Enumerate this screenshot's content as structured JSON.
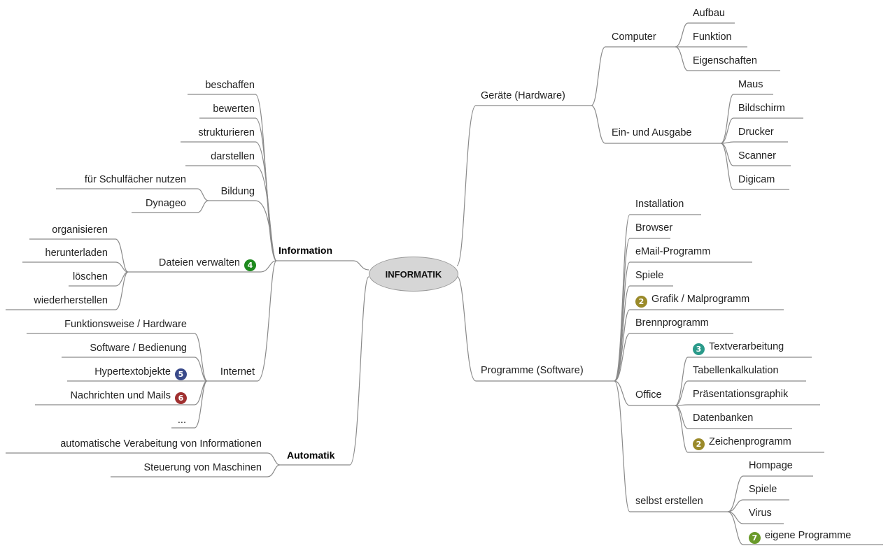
{
  "center": "INFORMATIK",
  "colors": {
    "line": "#8a8a8a",
    "node_fill": "#d6d6d6",
    "badge_green": "#1e8a1e",
    "badge_olive": "#9a8a2a",
    "badge_teal": "#2a9a8a",
    "badge_navy": "#3a4a8a",
    "badge_red": "#a03030",
    "badge_green2": "#6a9a2a"
  },
  "left": {
    "information": {
      "label": "Information",
      "beschaffen": "beschaffen",
      "bewerten": "bewerten",
      "strukturieren": "strukturieren",
      "darstellen": "darstellen",
      "bildung": "Bildung",
      "schulfaecher": "für Schulfächer nutzen",
      "dynageo": "Dynageo",
      "dateien": "Dateien verwalten",
      "dateien_badge": "4",
      "organisieren": "organisieren",
      "herunterladen": "herunterladen",
      "loeschen": "löschen",
      "wiederherstellen": "wiederherstellen",
      "internet": "Internet",
      "funktionsweise": "Funktionsweise / Hardware",
      "software": "Software / Bedienung",
      "hypertext": "Hypertextobjekte",
      "hypertext_badge": "5",
      "nachrichten": "Nachrichten und Mails",
      "nachrichten_badge": "6",
      "ellipsis": "..."
    },
    "automatik": {
      "label": "Automatik",
      "verarbeitung": "automatische Verabeitung von Informationen",
      "steuerung": "Steuerung von Maschinen"
    }
  },
  "right": {
    "hardware": {
      "label": "Geräte (Hardware)",
      "computer": "Computer",
      "aufbau": "Aufbau",
      "funktion": "Funktion",
      "eigenschaften": "Eigenschaften",
      "einausgabe": "Ein- und Ausgabe",
      "maus": "Maus",
      "bildschirm": "Bildschirm",
      "drucker": "Drucker",
      "scanner": "Scanner",
      "digicam": "Digicam"
    },
    "software": {
      "label": "Programme (Software)",
      "installation": "Installation",
      "browser": "Browser",
      "email": "eMail-Programm",
      "spiele": "Spiele",
      "grafik": "Grafik / Malprogramm",
      "grafik_badge": "2",
      "brenn": "Brennprogramm",
      "office": "Office",
      "text": "Textverarbeitung",
      "text_badge": "3",
      "tabellen": "Tabellenkalkulation",
      "praesentation": "Präsentationsgraphik",
      "datenbanken": "Datenbanken",
      "zeichen": "Zeichenprogramm",
      "zeichen_badge": "2",
      "selbst": "selbst erstellen",
      "hompage": "Hompage",
      "spiele2": "Spiele",
      "virus": "Virus",
      "eigene": "eigene Programme",
      "eigene_badge": "7"
    }
  }
}
